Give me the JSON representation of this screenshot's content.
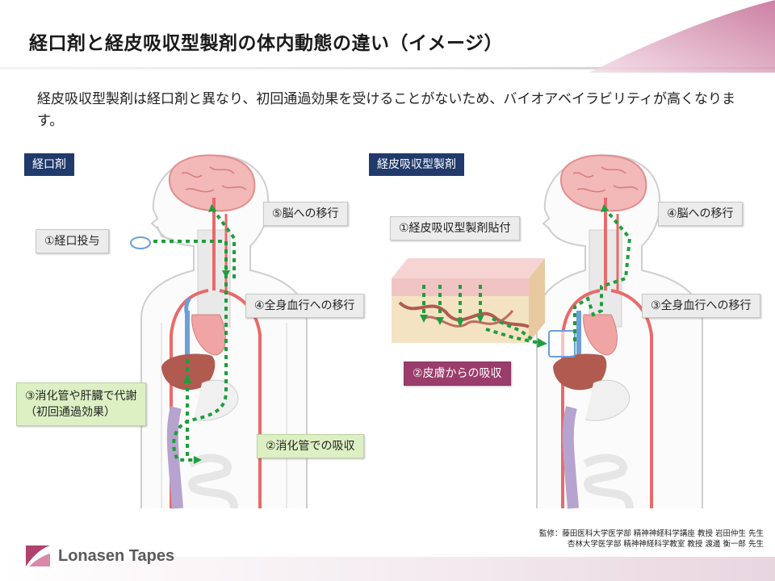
{
  "header": {
    "title": "経口剤と経皮吸収型製剤の体内動態の違い（イメージ）"
  },
  "lead_text": "経皮吸収型製剤は経口剤と異なり、初回通過効果を受けることがないため、バイオアベイラビリティが高くなります。",
  "left_panel": {
    "label": "経口剤",
    "steps": {
      "oral": "①経口投与",
      "gi_absorption": "②消化管での吸収",
      "metabolism_line1": "③消化管や肝臓で代謝",
      "metabolism_line2": "（初回通過効果）",
      "circulation": "④全身血行への移行",
      "brain": "⑤脳への移行"
    }
  },
  "right_panel": {
    "label": "経皮吸収型製剤",
    "steps": {
      "patch": "①経皮吸収型製剤貼付",
      "skin_absorption": "②皮膚からの吸収",
      "circulation": "③全身血行への移行",
      "brain": "④脳への移行"
    }
  },
  "footer": {
    "supervision_line1": "監修：藤田医科大学医学部 精神神経科学講座 教授 岩田仲生 先生",
    "supervision_line2": "杏林大学医学部 精神神経科学教室 教授 渡邊 衡一郎 先生",
    "logo_text": "Lonasen Tapes"
  },
  "colors": {
    "navy_label": "#1f3a6b",
    "green_box": "#ddf0c4",
    "purple_box": "#9b3d6b",
    "arrow_green": "#1e9e3e",
    "artery": "#e86a6a",
    "vein": "#6a9fd8",
    "organ_liver": "#b05a50",
    "intestine": "#b7a3cf"
  }
}
